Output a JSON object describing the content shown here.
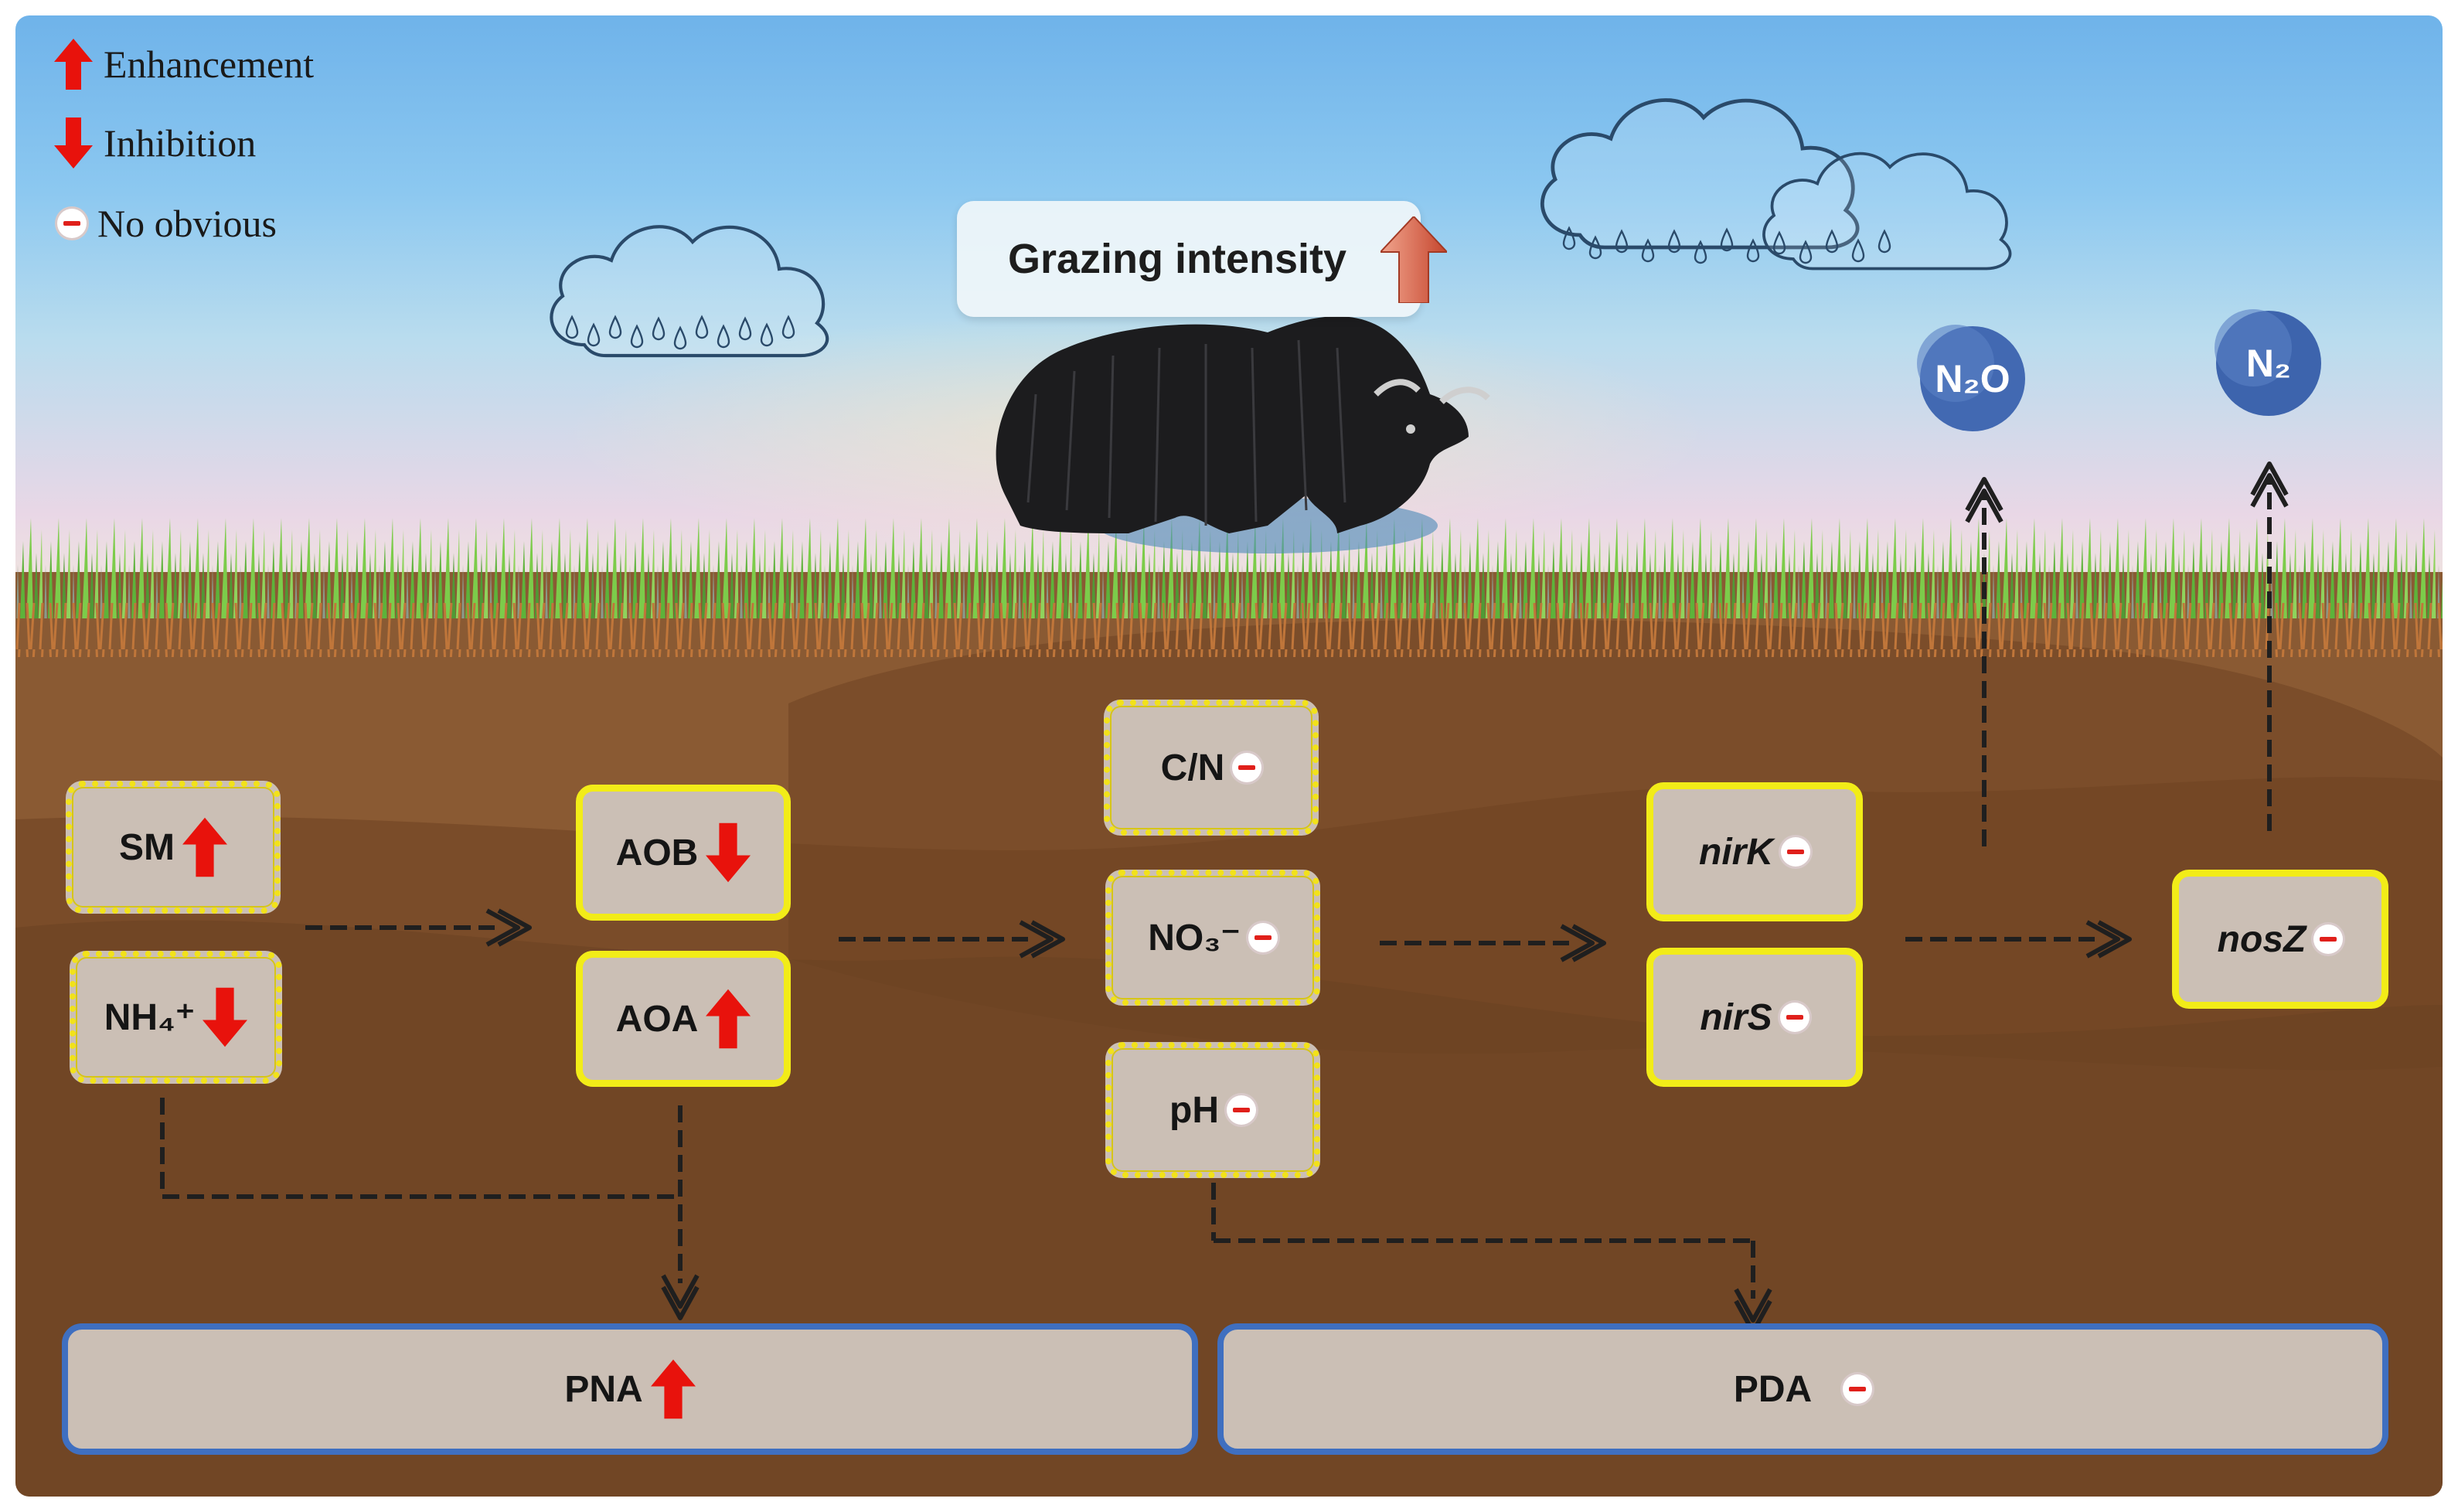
{
  "legend": {
    "items": [
      {
        "label": "Enhancement",
        "icon": "red-up-arrow-icon"
      },
      {
        "label": "Inhibition",
        "icon": "red-down-arrow-icon"
      },
      {
        "label": "No obvious",
        "icon": "minus-circle-icon"
      }
    ]
  },
  "title": {
    "label": "Grazing intensity",
    "icon": "up-arrow-icon"
  },
  "gases": {
    "n2o": "N₂O",
    "n2": "N₂"
  },
  "nodes": {
    "sm": {
      "label": "SM",
      "effect": "enhancement"
    },
    "nh4": {
      "label": "NH₄⁺",
      "effect": "inhibition"
    },
    "aob": {
      "label": "AOB",
      "effect": "inhibition"
    },
    "aoa": {
      "label": "AOA",
      "effect": "enhancement"
    },
    "cn": {
      "label": "C/N",
      "effect": "no obvious"
    },
    "no3": {
      "label": "NO₃⁻",
      "effect": "no obvious"
    },
    "ph": {
      "label": "pH",
      "effect": "no obvious"
    },
    "nirk": {
      "label": "nirK",
      "effect": "no obvious"
    },
    "nirs": {
      "label": "nirS",
      "effect": "no obvious"
    },
    "nosz": {
      "label": "nosZ",
      "effect": "no obvious"
    },
    "pna": {
      "label": "PNA",
      "effect": "enhancement"
    },
    "pda": {
      "label": "PDA",
      "effect": "no obvious"
    }
  },
  "colors": {
    "arrow_red": "#e8120c",
    "no_obvious_red": "#e0201b",
    "box_fill": "#cbbfb5",
    "box_border_yellow": "#f2ec18",
    "box_border_blue": "#3f6fc0",
    "soil": "#7a4c29",
    "gas_blue": "#3d64ad"
  }
}
